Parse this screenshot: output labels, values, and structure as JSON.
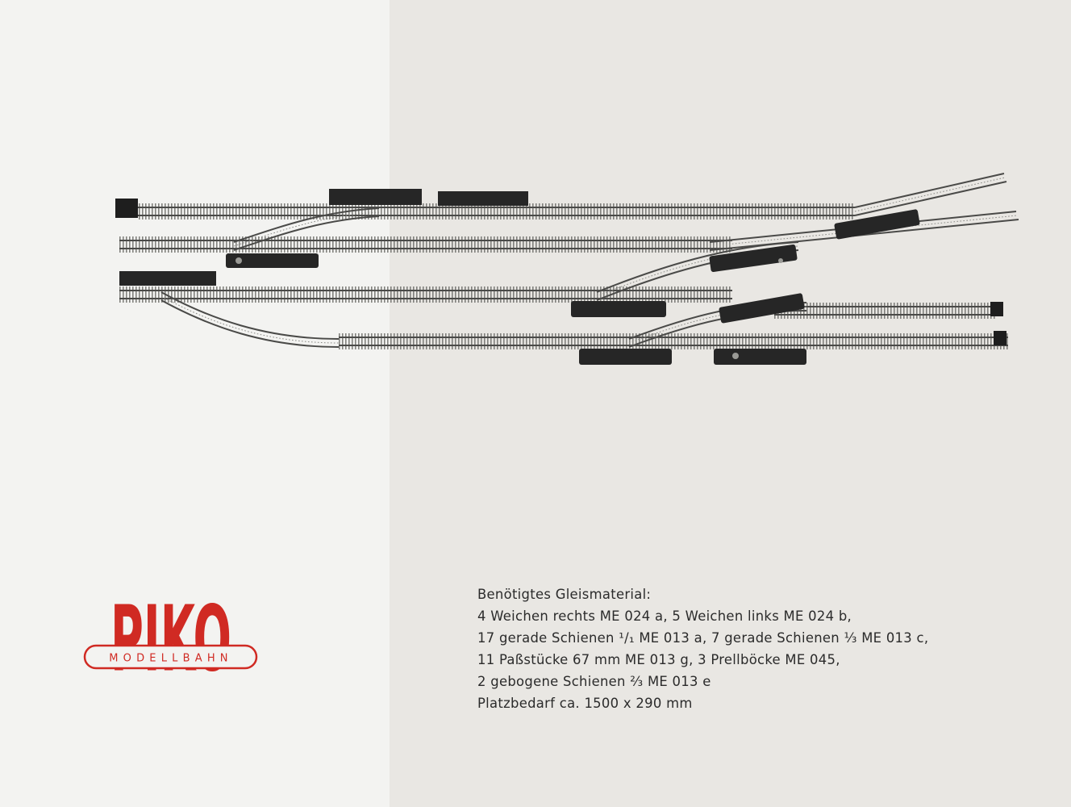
{
  "brand": {
    "name": "PIKO",
    "subtitle": "MODELLBAHN",
    "color": "#d02a23"
  },
  "materials": {
    "heading": "Benötigtes Gleismaterial:",
    "lines": [
      "4 Weichen rechts ME 024 a, 5 Weichen links ME 024 b,",
      "17 gerade Schienen ¹/₁ ME 013 a, 7 gerade Schienen ⅓ ME 013 c,",
      "11 Paßstücke 67 mm ME 013 g, 3 Prellböcke ME 045,",
      "2 gebogene Schienen ⅔ ME 013 e",
      "Platzbedarf ca. 1500 x 290 mm"
    ]
  },
  "colors": {
    "left_panel": "#f3f3f1",
    "right_panel": "#e9e7e3",
    "track": "#5a5a58",
    "turnout_motor": "#262626"
  }
}
